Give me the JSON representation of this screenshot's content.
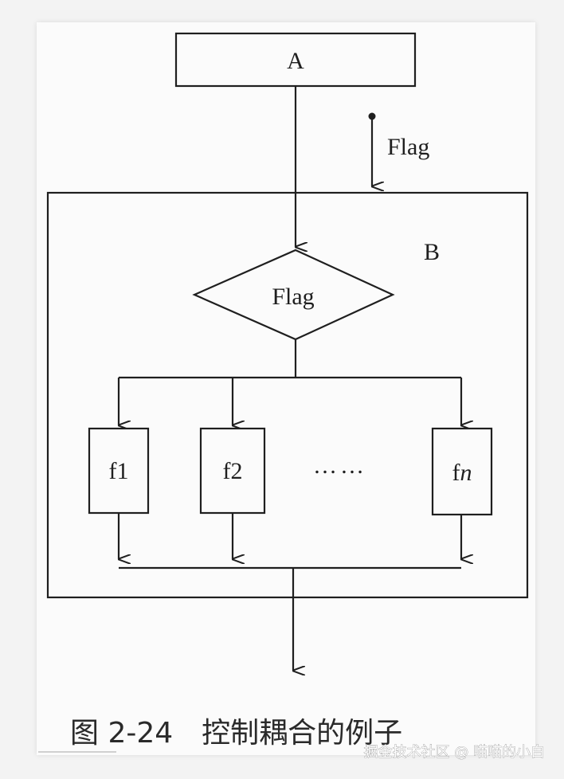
{
  "diagram": {
    "module_a_label": "A",
    "flag_param_label": "Flag",
    "module_b_label": "B",
    "decision_label": "Flag",
    "branches": [
      {
        "label": "f1",
        "italic_suffix": ""
      },
      {
        "label": "f2",
        "italic_suffix": ""
      },
      {
        "label": "f",
        "italic_suffix": "n"
      }
    ],
    "ellipsis": "……"
  },
  "caption": "图 2-24　控制耦合的例子",
  "watermark": "掘金技术社区 @ 喵喵的小白"
}
